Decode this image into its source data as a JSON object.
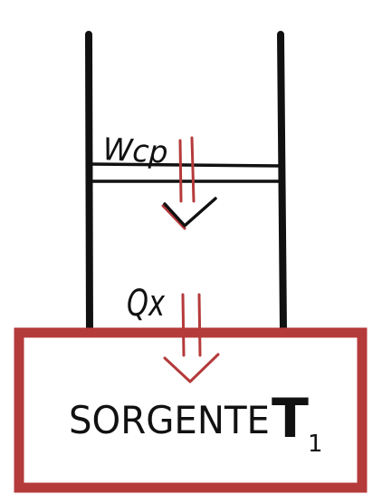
{
  "diagram": {
    "labels": {
      "work": "Wcp",
      "heat": "Qx",
      "source_word": "SORGENTE",
      "source_temp": "T",
      "source_temp_sub": "1"
    },
    "colors": {
      "ink": "#111111",
      "accent": "#b53a3a",
      "background": "#ffffff"
    }
  }
}
